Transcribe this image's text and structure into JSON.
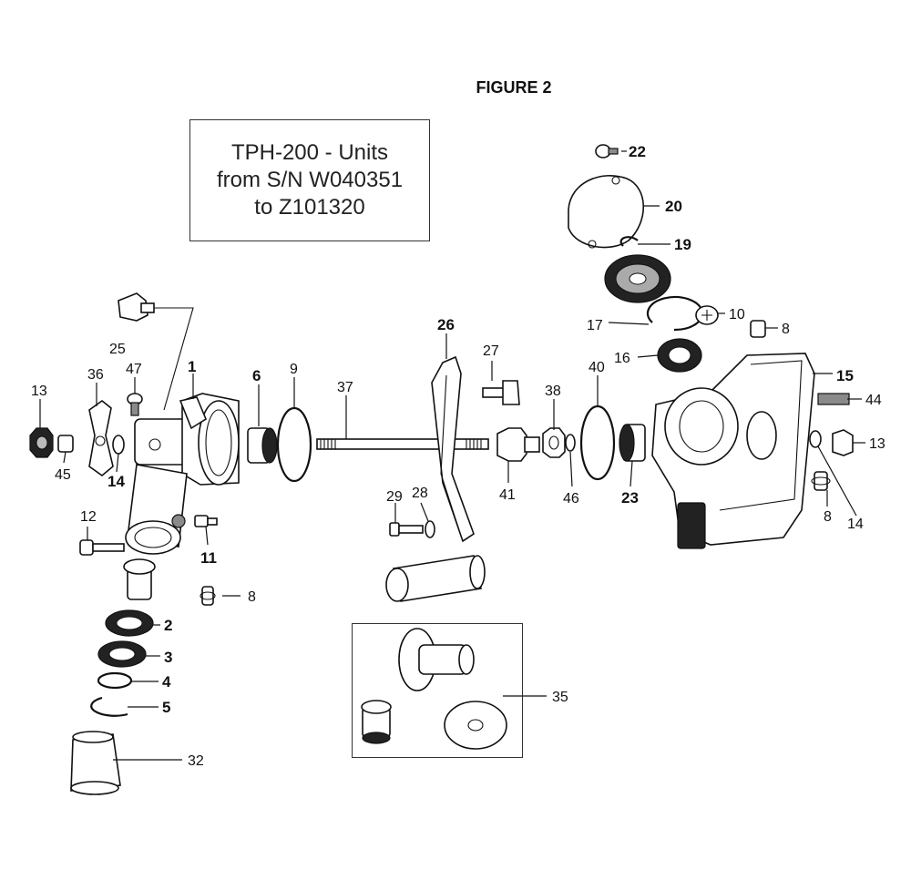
{
  "figure_title": "FIGURE 2",
  "title_box": {
    "line1": "TPH-200 - Units",
    "line2": "from S/N W040351",
    "line3": "to Z101320"
  },
  "callouts": {
    "p1": "1",
    "p2": "2",
    "p3": "3",
    "p4": "4",
    "p5": "5",
    "p6": "6",
    "p8a": "8",
    "p8b": "8",
    "p8c": "8",
    "p9": "9",
    "p10": "10",
    "p11": "11",
    "p12": "12",
    "p13a": "13",
    "p13b": "13",
    "p14a": "14",
    "p14b": "14",
    "p15": "15",
    "p16": "16",
    "p17": "17",
    "p19": "19",
    "p20": "20",
    "p22": "22",
    "p23": "23",
    "p25": "25",
    "p26": "26",
    "p27": "27",
    "p28": "28",
    "p29": "29",
    "p32": "32",
    "p35": "35",
    "p36": "36",
    "p37": "37",
    "p38": "38",
    "p40": "40",
    "p41": "41",
    "p44": "44",
    "p45": "45",
    "p46": "46",
    "p47": "47"
  }
}
